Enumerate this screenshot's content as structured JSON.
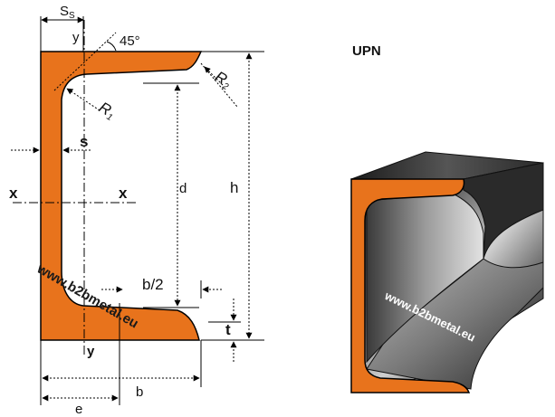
{
  "title": "UPN",
  "labels": {
    "ss_main": "S",
    "ss_sub": "S",
    "y_top": "y",
    "y_bottom": "y",
    "angle": "45°",
    "r2_main": "R",
    "r2_sub": "2",
    "r1_main": "R",
    "r1_sub": "1",
    "s": "s",
    "x_left": "x",
    "x_right": "x",
    "d": "d",
    "h": "h",
    "b_half": "b/2",
    "t": "t",
    "b": "b",
    "e": "e"
  },
  "watermark": {
    "text": "www.b2bmetal.eu"
  },
  "colors": {
    "steel_orange": "#E8731C",
    "outline": "#000000",
    "background": "#FFFFFF",
    "steel_dark": "#2b2b2b",
    "steel_light": "#d8d8d8"
  }
}
